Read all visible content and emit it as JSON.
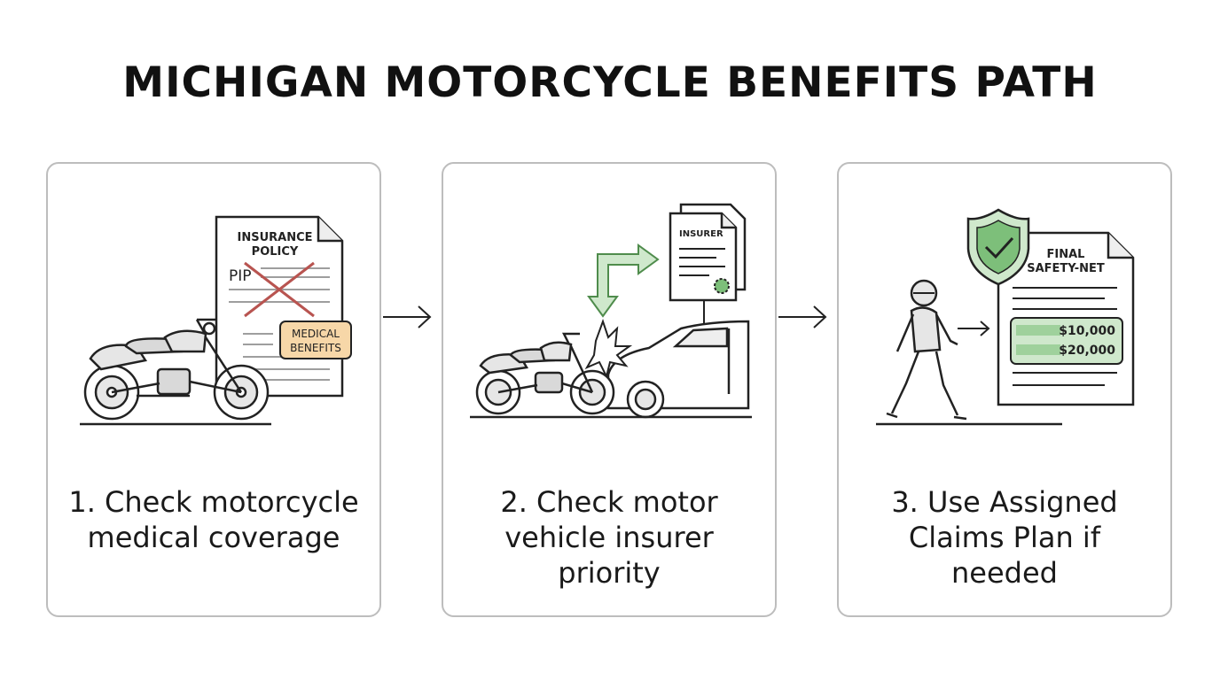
{
  "title": "MICHIGAN MOTORCYCLE BENEFITS PATH",
  "steps": [
    {
      "caption": "1. Check motorcycle\nmedical coverage",
      "doc_title_line1": "INSURANCE",
      "doc_title_line2": "POLICY",
      "pip_label": "PIP",
      "badge_line1": "MEDICAL",
      "badge_line2": "BENEFITS"
    },
    {
      "caption": "2. Check motor\nvehicle insurer\npriority",
      "doc_title": "INSURER"
    },
    {
      "caption": "3. Use Assigned\nClaims Plan if\nneeded",
      "doc_title_line1": "FINAL",
      "doc_title_line2": "SAFETY-NET",
      "amount1": "$10,000",
      "amount2": "$20,000"
    }
  ],
  "colors": {
    "accent_green": "#7dbf7a",
    "green_fill": "#cfe8cc",
    "cross_red": "#b85450",
    "badge_fill": "#f7d7a8",
    "line_gray": "#9e9e9e"
  }
}
